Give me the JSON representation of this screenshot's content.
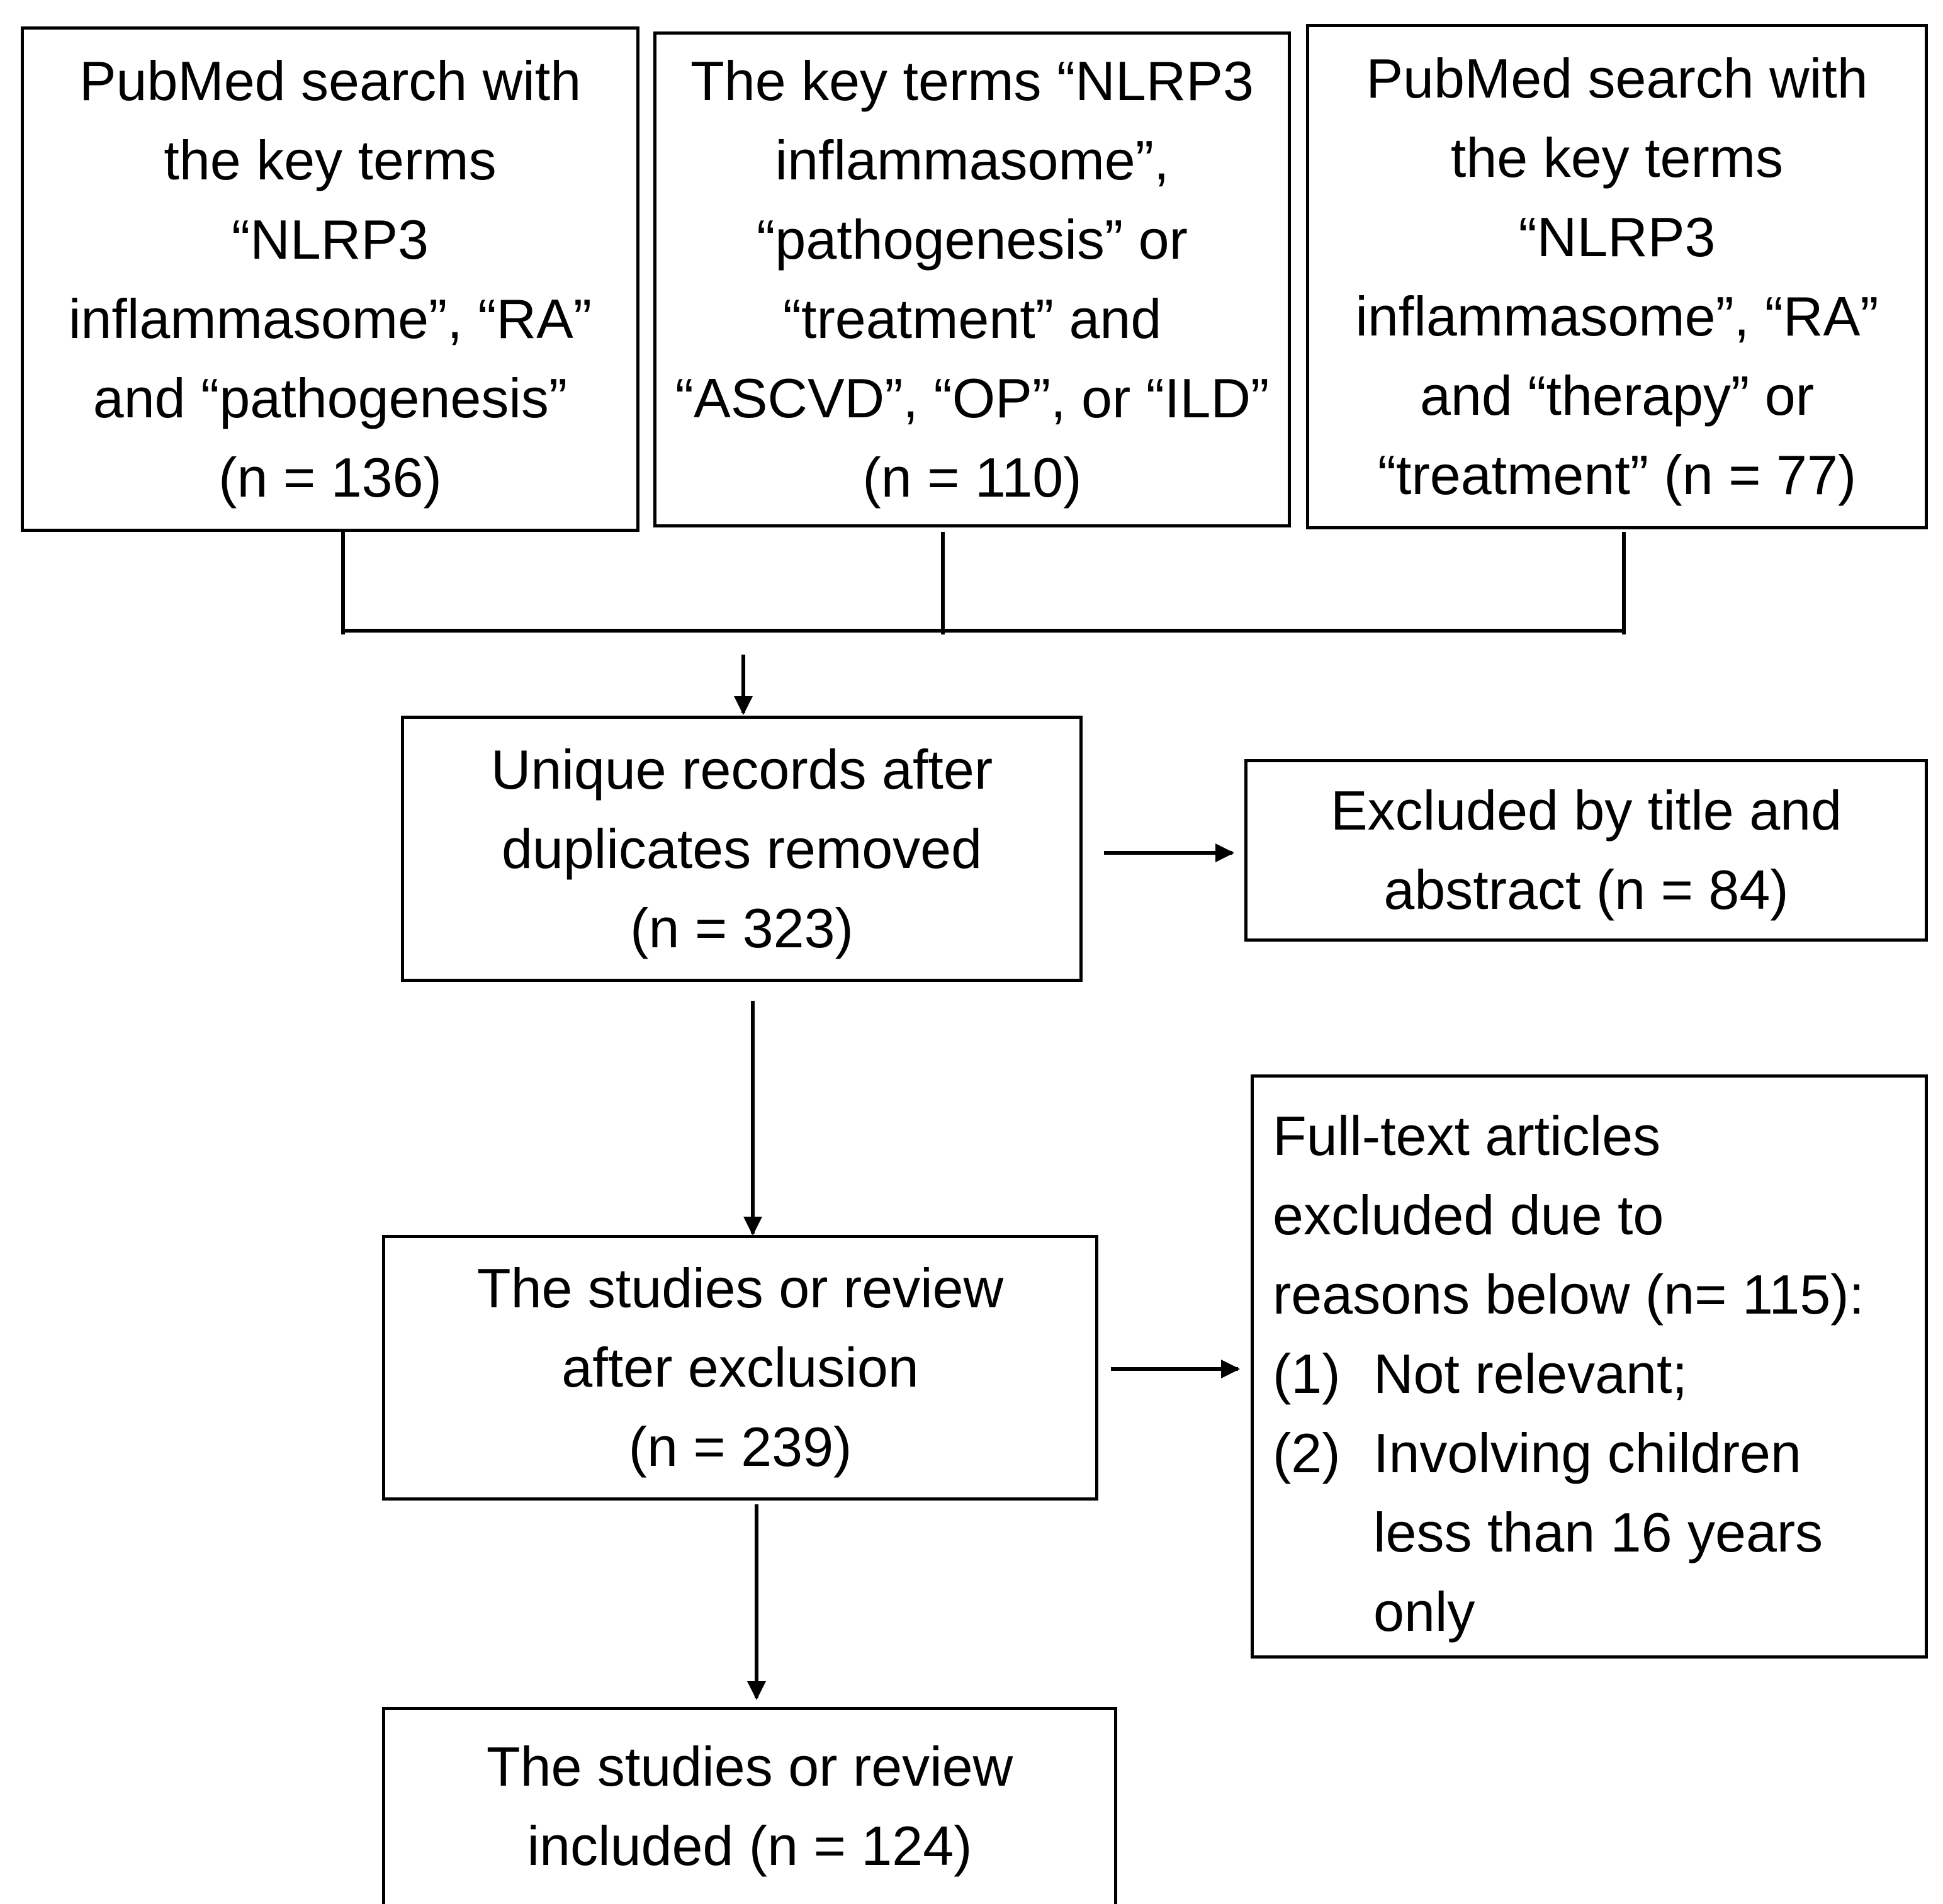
{
  "boxes": {
    "search_pathogenesis": {
      "lines": [
        "PubMed search with",
        "the key terms",
        "“NLRP3",
        "inflammasome”, “RA”",
        "and “pathogenesis”",
        "(n = 136)"
      ]
    },
    "search_comorbidities": {
      "lines": [
        "The key terms “NLRP3",
        "inflammasome”,",
        "“pathogenesis”  or",
        "“treatment”  and",
        "“ASCVD”, “OP”, or “ILD”",
        "(n = 110)"
      ]
    },
    "search_therapy": {
      "lines": [
        "PubMed search with",
        "the key terms",
        "“NLRP3",
        "inflammasome”, “RA”",
        "and “therapy” or",
        "“treatment”   (n = 77)"
      ]
    },
    "unique_records": {
      "lines": [
        "Unique records after",
        "duplicates removed",
        "(n = 323)"
      ]
    },
    "excluded_title_abstract": {
      "lines": [
        "Excluded by title and",
        "abstract (n = 84)"
      ]
    },
    "after_exclusion": {
      "lines": [
        "The studies or review",
        "after exclusion",
        "(n = 239)"
      ]
    },
    "fulltext_excluded": {
      "lines": [
        "Full-text articles",
        "excluded due to",
        "reasons below (n= 115):"
      ],
      "reasons": [
        {
          "num": "(1)",
          "lines": [
            "Not relevant;"
          ]
        },
        {
          "num": "(2)",
          "lines": [
            "Involving children",
            "less than 16 years",
            "only"
          ]
        }
      ]
    },
    "included": {
      "lines": [
        "The studies or review",
        "included (n = 124)"
      ]
    }
  }
}
